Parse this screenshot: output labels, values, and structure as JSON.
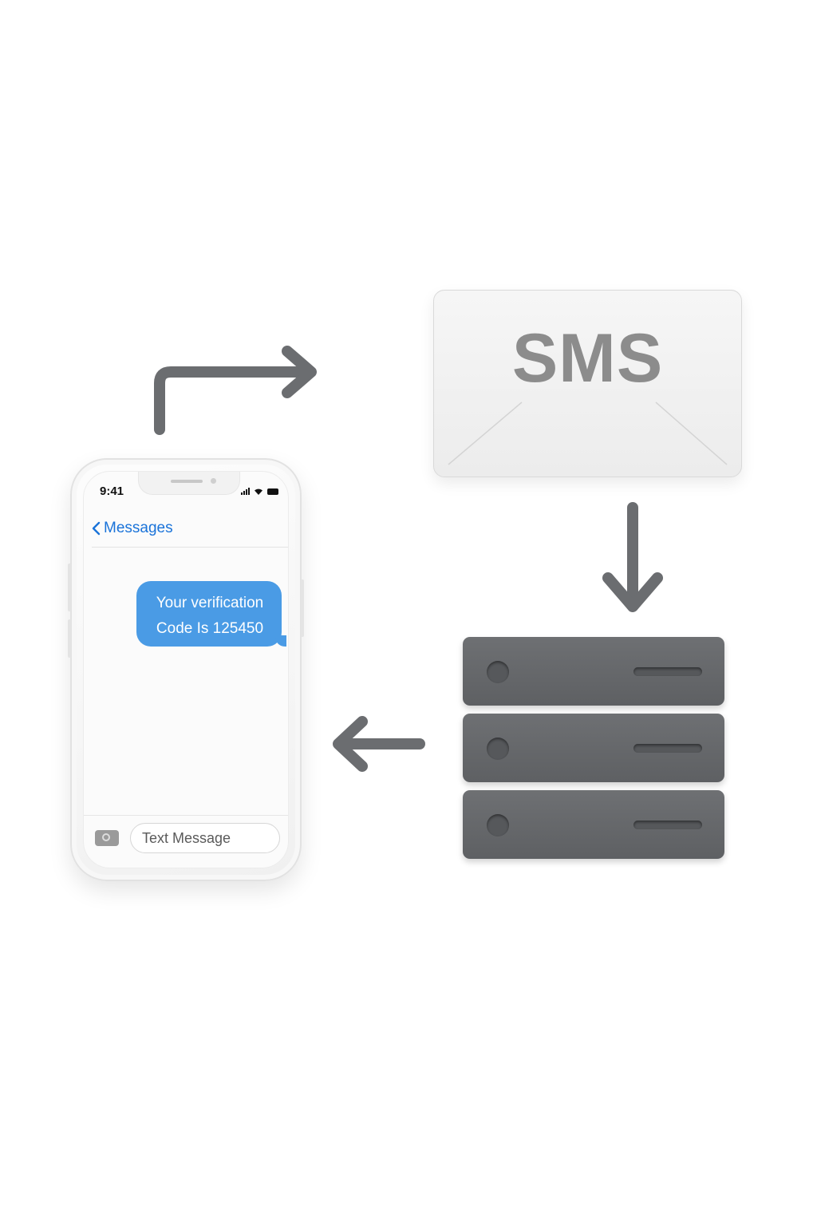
{
  "phone": {
    "status_time": "9:41",
    "nav_back_label": "Messages",
    "message_lines": [
      "Your verification",
      "Code Is 125450"
    ],
    "input_placeholder": "Text Message"
  },
  "envelope": {
    "label": "SMS"
  },
  "server": {
    "units": 3
  },
  "colors": {
    "arrow": "#6b6d70",
    "bubble": "#4a9be5",
    "link": "#1a73d9",
    "server": "#636568",
    "sms_text": "#8c8c8c"
  },
  "icons": {
    "back": "chevron-left-icon",
    "camera": "camera-icon",
    "signal": "cellular-signal-icon",
    "wifi": "wifi-icon",
    "battery": "battery-icon",
    "envelope": "envelope-icon",
    "server": "server-rack-icon"
  }
}
